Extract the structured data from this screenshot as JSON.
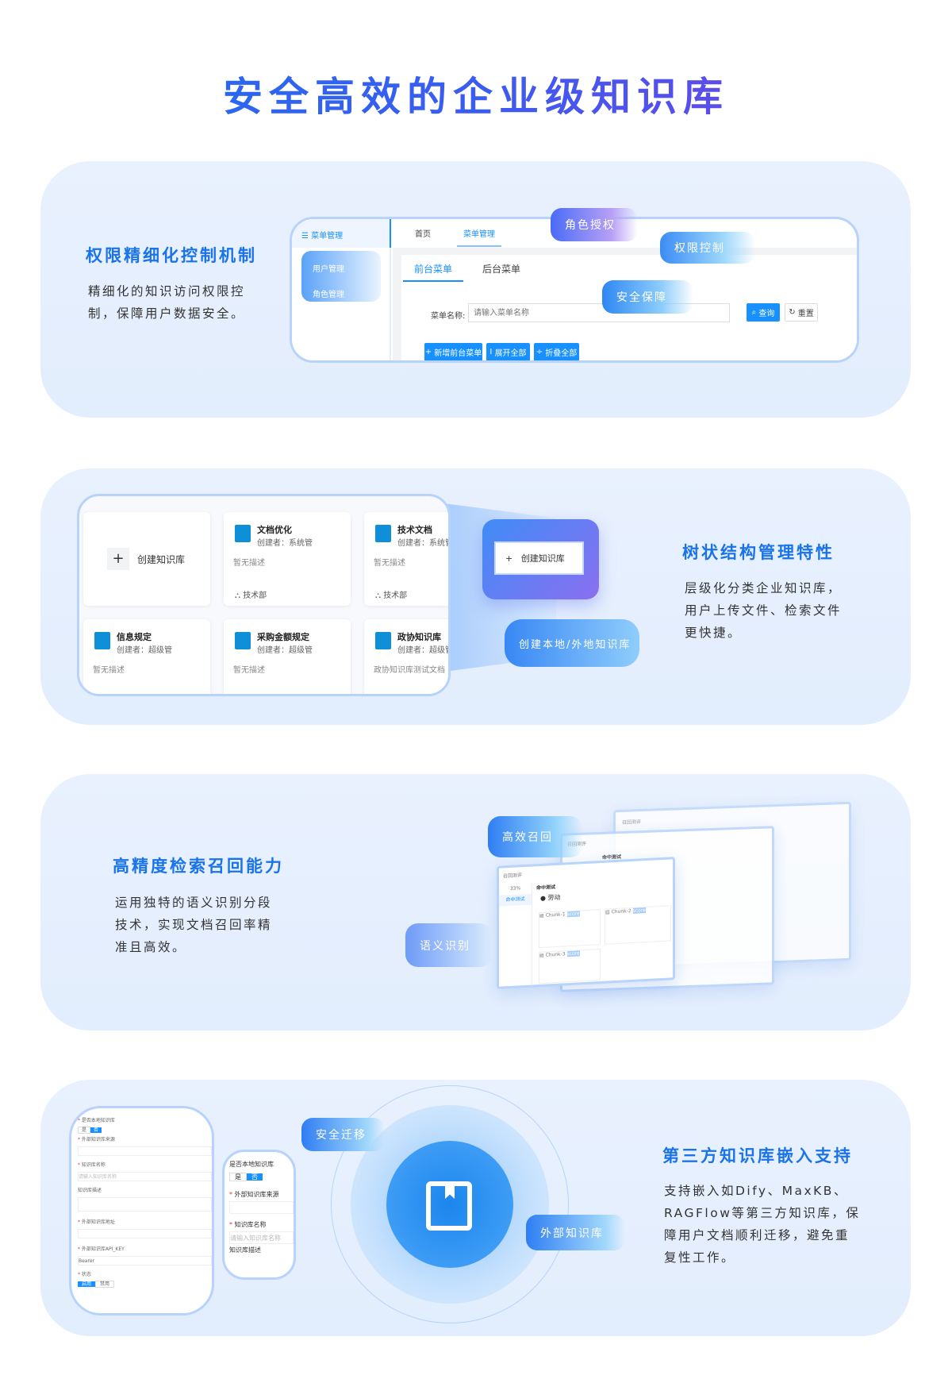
{
  "title": "安全高效的企业级知识库",
  "s1": {
    "heading": "权限精细化控制机制",
    "desc": [
      "精细化的知识访问权限控",
      "制，保障用户数据安全。"
    ],
    "sidebar": {
      "header": "菜单管理",
      "items": [
        "用户管理",
        "角色管理"
      ]
    },
    "tabs": [
      "首页",
      "菜单管理"
    ],
    "subtabs": [
      "前台菜单",
      "后台菜单"
    ],
    "field_label": "菜单名称:",
    "field_placeholder": "请输入菜单名称",
    "query": "查询",
    "reset": "重置",
    "actions": [
      "新增前台菜单",
      "展开全部",
      "折叠全部"
    ],
    "pills": [
      "角色授权",
      "权限控制",
      "安全保障"
    ]
  },
  "s2": {
    "heading": "树状结构管理特性",
    "desc": [
      "层级化分类企业知识库，",
      "用户上传文件、检索文件",
      "更快捷。"
    ],
    "create": "创建知识库",
    "cards": [
      {
        "title": "文档优化",
        "creator": "创建者：系统管",
        "desc": "暂无描述",
        "dept": "技术部"
      },
      {
        "title": "技术文档",
        "creator": "创建者：系统管",
        "desc": "暂无描述",
        "dept": "技术部"
      },
      {
        "title": "信息规定",
        "creator": "创建者：超级管",
        "desc": "暂无描述",
        "dept": ""
      },
      {
        "title": "采购金额规定",
        "creator": "创建者：超级管",
        "desc": "暂无描述",
        "dept": ""
      },
      {
        "title": "政协知识库",
        "creator": "创建者：超级管",
        "desc": "政协知识库测试文档",
        "dept": ""
      }
    ],
    "pill": "创建本地/外地知识库"
  },
  "s3": {
    "heading": "高精度检索召回能力",
    "desc": [
      "运用独特的语义识别分段",
      "技术，实现文档召回率精",
      "准且高效。"
    ],
    "pills": [
      "高效召回",
      "语义识别"
    ],
    "screen": {
      "title": "召回测评",
      "side": [
        "33%",
        "命中测试"
      ],
      "hit": "命中测试",
      "user": "劳动",
      "chunks": [
        "Chunk-1",
        "Chunk-2",
        "Chunk-3"
      ],
      "score": "score"
    }
  },
  "s4": {
    "heading": "第三方知识库嵌入支持",
    "desc": [
      "支持嵌入如Dify、MaxKB、",
      "RAGFlow等第三方知识库，保",
      "障用户文档顺利迁移，避免重",
      "复性工作。"
    ],
    "pills": [
      "安全迁移",
      "外部知识库"
    ],
    "form": {
      "q_local": "是否本地知识库",
      "yes": "是",
      "no": "否",
      "source": "外部知识库来源",
      "name": "知识库名称",
      "name_ph": "请输入知识库名称",
      "desc": "知识库描述",
      "addr": "外部知识库地址",
      "key": "外部知识库API_KEY",
      "key_val": "Bearer",
      "status": "状态",
      "on": "启用",
      "off": "禁用"
    }
  }
}
